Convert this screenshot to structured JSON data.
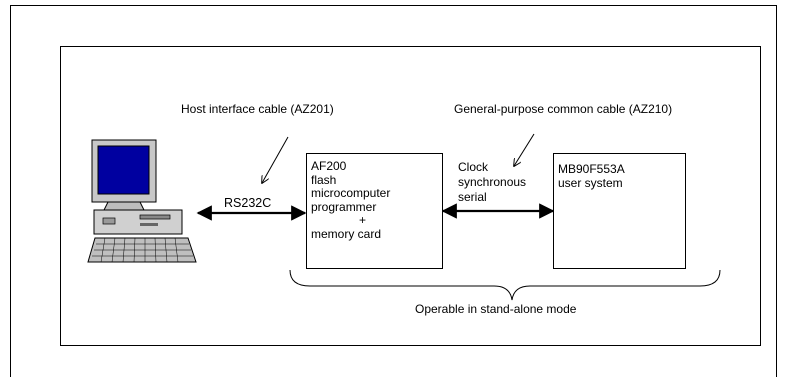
{
  "diagram": {
    "host_cable_label": "Host interface cable (AZ201)",
    "general_cable_label": "General-purpose common cable (AZ210)",
    "rs232c_label": "RS232C",
    "clock_label_lines": [
      "Clock",
      "synchronous",
      "serial"
    ],
    "programmer_box_lines": [
      "AF200",
      "flash",
      "microcomputer",
      "programmer",
      "+",
      "memory card"
    ],
    "user_box_lines": [
      "MB90F553A",
      "user system"
    ],
    "standalone_label": "Operable in stand-alone mode",
    "computer_icon": "desktop-computer-icon"
  }
}
